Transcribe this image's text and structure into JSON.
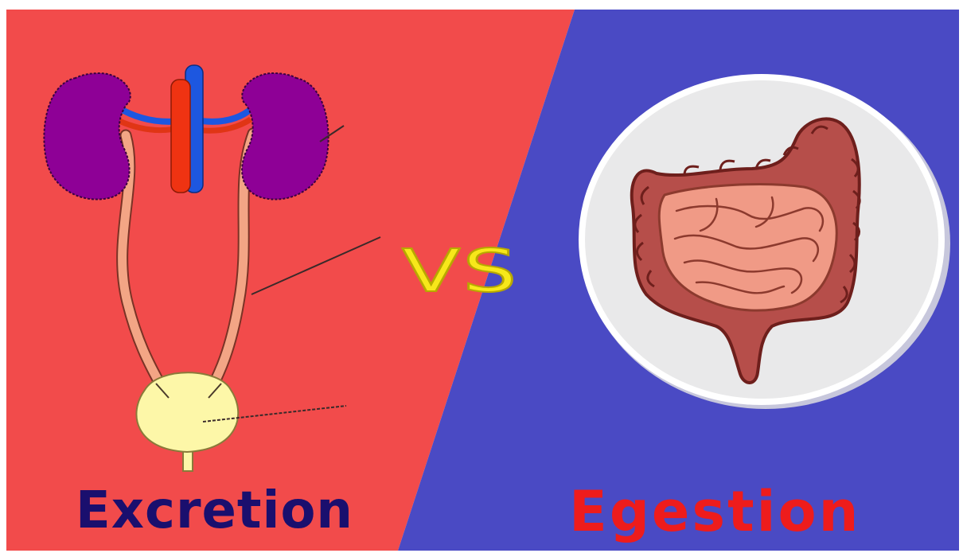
{
  "labels": {
    "left": "Excretion",
    "vs": "VS",
    "right": "Egestion"
  },
  "colors": {
    "left_background": "#f24b4b",
    "right_background": "#4a4ac4",
    "kidney": "#8e0096",
    "bladder": "#fdf7a8",
    "intestine_small": "#f09a86",
    "intestine_large": "#b64e4a",
    "vs_text": "#f7e81a",
    "excretion_text": "#1a0f6e",
    "egestion_text": "#ee1c1c"
  },
  "icons": [
    "kidney-icon",
    "ureter-icon",
    "bladder-icon",
    "aorta-icon",
    "vena-cava-icon",
    "intestine-icon"
  ]
}
